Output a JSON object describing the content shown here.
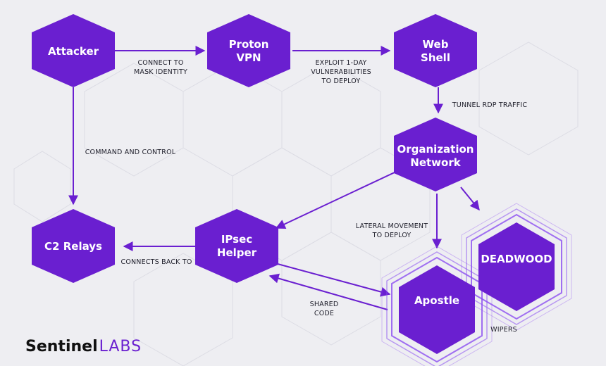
{
  "nodes": {
    "attacker": "Attacker",
    "proton_vpn": [
      "Proton",
      "VPN"
    ],
    "web_shell": [
      "Web",
      "Shell"
    ],
    "org_network": [
      "Organization",
      "Network"
    ],
    "c2_relays": "C2 Relays",
    "ipsec_helper": [
      "IPsec",
      "Helper"
    ],
    "deadwood": "DEADWOOD",
    "apostle": "Apostle"
  },
  "edges": {
    "attacker_to_vpn": [
      "CONNECT TO",
      "MASK IDENTITY"
    ],
    "vpn_to_webshell": [
      "EXPLOIT 1-DAY",
      "VULNERABILITIES",
      "TO DEPLOY"
    ],
    "webshell_to_org": "TUNNEL RDP TRAFFIC",
    "attacker_to_c2": "COMMAND AND CONTROL",
    "org_lateral": [
      "LATERAL MOVEMENT",
      "TO DEPLOY"
    ],
    "ipsec_to_c2": "CONNECTS BACK TO",
    "shared_code": [
      "SHARED",
      "CODE"
    ],
    "wipers": "WIPERS"
  },
  "logo": {
    "part1": "Sentinel",
    "part2": "LABS"
  },
  "colors": {
    "accent": "#6a1fd0",
    "background": "#eeeef2",
    "text": "#1e1e2a"
  }
}
